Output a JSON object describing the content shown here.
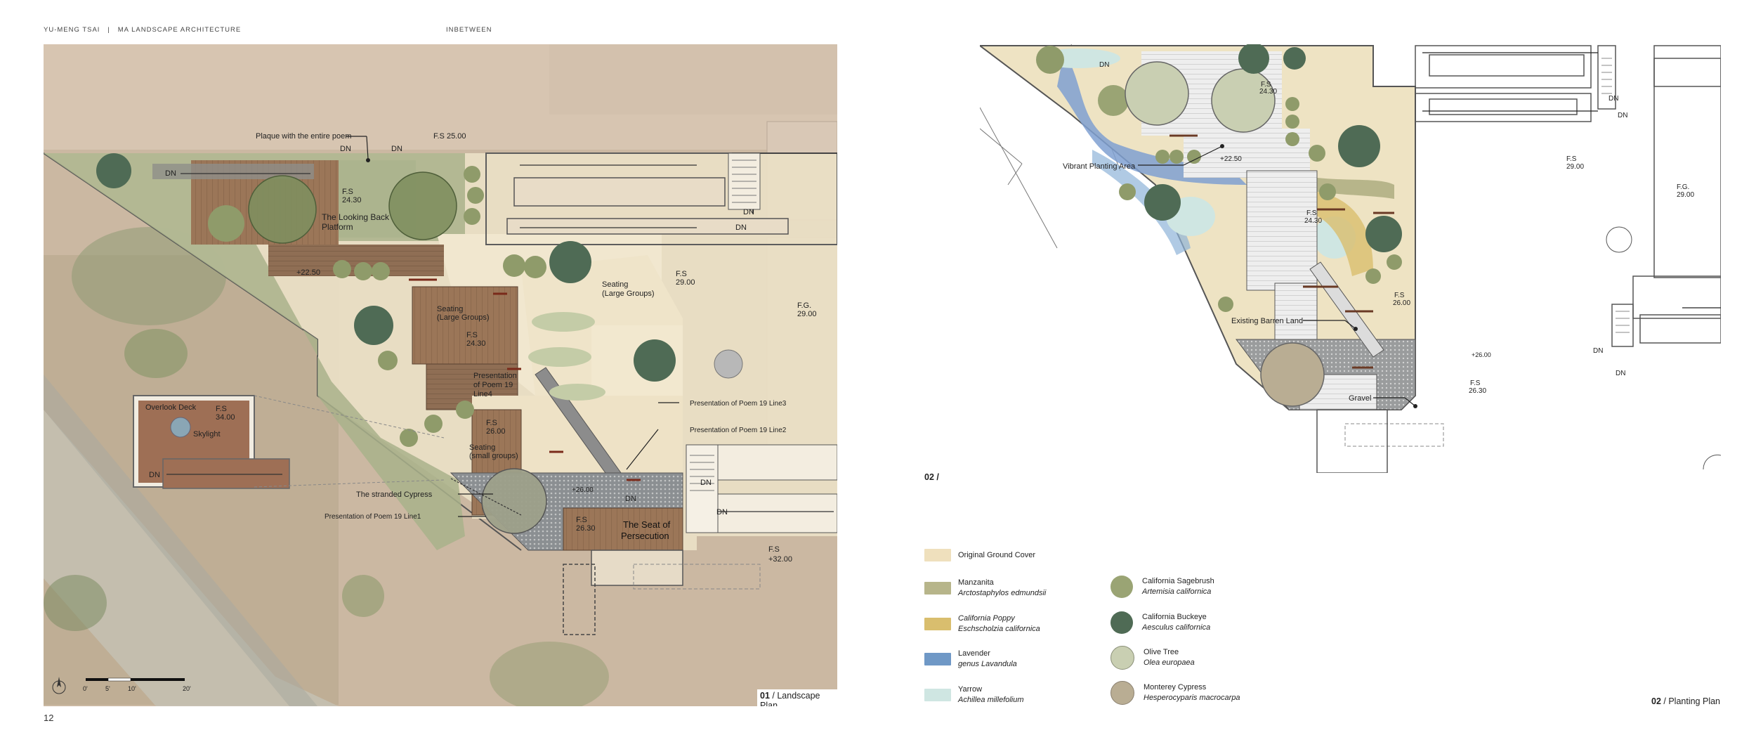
{
  "header": {
    "author": "YU-MENG TSAI",
    "separator": "|",
    "program": "MA LANDSCAPE ARCHITECTURE",
    "project": "INBETWEEN"
  },
  "page_number": "12",
  "plan1": {
    "caption_num": "01",
    "caption_title": "/ Landscape Plan",
    "labels": {
      "plaque": "Plaque with the entire poem",
      "fs_2500": "F.S 25.00",
      "dn": "DN",
      "fs_2430_a": "F.S",
      "fs_2430_a_val": "24.30",
      "looking_back_1": "The Looking Back",
      "looking_back_2": "Platform",
      "elev_2250": "+22.50",
      "seating_large_1": "Seating",
      "seating_large_2": "(Large Groups)",
      "fs_2430_b": "F.S",
      "fs_2430_b_val": "24.30",
      "seating_large_r1": "Seating",
      "seating_large_r2": "(Large Groups)",
      "fs_2900": "F.S",
      "fs_2900_val": "29.00",
      "fg_2900": "F.G.",
      "fg_2900_val": "29.00",
      "presentation_line4_1": "Presentation",
      "presentation_line4_2": "of Poem 19",
      "presentation_line4_3": "Line4",
      "presentation_line3": "Presentation of Poem 19 Line3",
      "presentation_line2": "Presentation of Poem 19 Line2",
      "presentation_line1": "Presentation of Poem 19 Line1",
      "overlook_deck": "Overlook Deck",
      "fs_3400": "F.S",
      "fs_3400_val": "34.00",
      "skylight": "Skylight",
      "fs_2600": "F.S",
      "fs_2600_val": "26.00",
      "seating_small_1": "Seating",
      "seating_small_2": "(small groups)",
      "stranded_cypress": "The stranded Cypress",
      "elev_2600": "+26.00",
      "fs_2630": "F.S",
      "fs_2630_val": "26.30",
      "seat_persecution_1": "The Seat of",
      "seat_persecution_2": "Persecution",
      "fs_3200": "F.S",
      "fs_3200_val": "+32.00"
    },
    "scale": [
      "0'",
      "5'",
      "10'",
      "20'"
    ]
  },
  "plan2": {
    "caption_num": "02",
    "caption_title": "/ Planting Plan",
    "section_label": "02 /",
    "labels": {
      "dn": "DN",
      "fs_2430_a": "F.S",
      "fs_2430_a_val": "24.30",
      "elev_2250": "+22.50",
      "vibrant": "Vibrant Planting Area",
      "fs_2900": "F.S",
      "fs_2900_val": "29.00",
      "fg_2900": "F.G.",
      "fg_2900_val": "29.00",
      "fs_2430_b": "F.S",
      "fs_2430_b_val": "24.30",
      "fs_2600": "F.S",
      "fs_2600_val": "26.00",
      "barren": "Existing Barren Land",
      "elev_2600": "+26.00",
      "fs_2630": "F.S",
      "fs_2630_val": "26.30",
      "gravel": "Gravel"
    }
  },
  "legend": {
    "left": [
      {
        "name": "Original Ground Cover",
        "latin": "",
        "color": "#efe0bd"
      },
      {
        "name": "Manzanita",
        "latin": "Arctostaphylos edmundsii",
        "color": "#b7b58a"
      },
      {
        "name": "California Poppy",
        "latin": "Eschscholzia californica",
        "color": "#d9be6e"
      },
      {
        "name": "Lavender",
        "latin": "genus Lavandula",
        "color": "#6f98c6"
      },
      {
        "name": "Yarrow",
        "latin": "Achillea millefolium",
        "color": "#cfe6e2"
      }
    ],
    "right": [
      {
        "name": "California Sagebrush",
        "latin": "Artemisia californica",
        "color": "#9aa474"
      },
      {
        "name": "California Buckeye",
        "latin": "Aesculus californica",
        "color": "#4f6b55"
      },
      {
        "name": "Olive Tree",
        "latin": "Olea europaea",
        "color": "#c9cfb2"
      },
      {
        "name": "Monterey Cypress",
        "latin": "Hesperocyparis macrocarpa",
        "color": "#b9ad93"
      }
    ]
  }
}
